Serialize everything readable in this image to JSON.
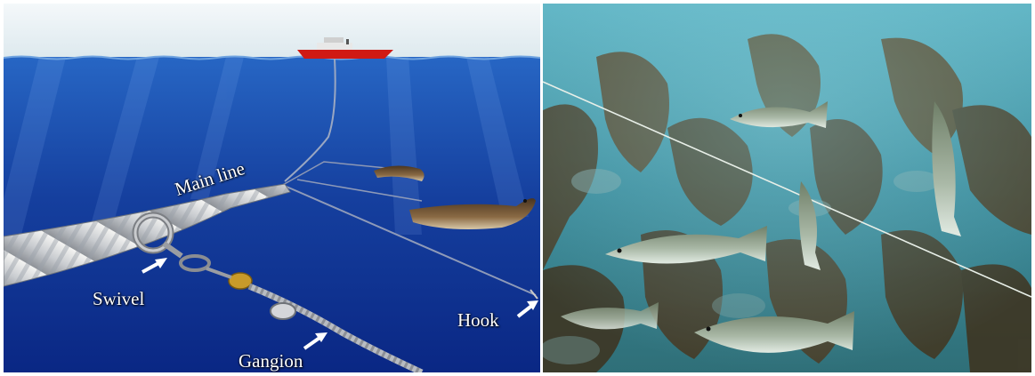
{
  "figure": {
    "left_panel": {
      "labels": {
        "main_line": "Main line",
        "swivel": "Swivel",
        "gangion": "Gangion",
        "hook": "Hook"
      }
    },
    "right_panel": {}
  },
  "colors": {
    "sky": "#e8f1f4",
    "sea_surface": "#1f5fb8",
    "deep_sea": "#0b2a8a",
    "boat": "#d01a14",
    "underwater": "#3f8fa0",
    "kelp": "#4a3a22"
  }
}
